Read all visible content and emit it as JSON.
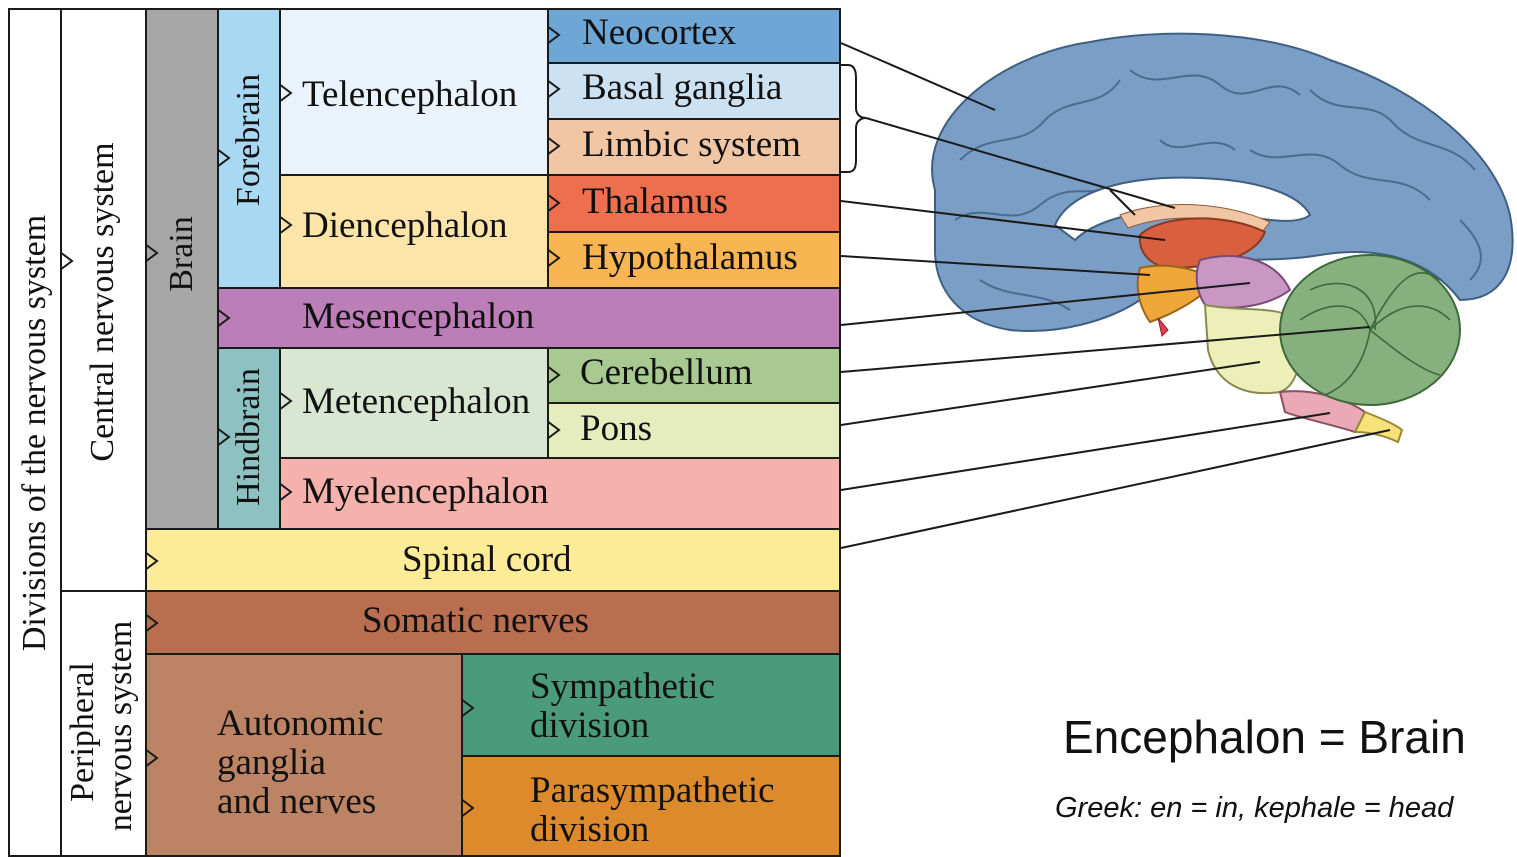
{
  "levels": {
    "divisions": "Divisions of the nervous system",
    "cns": "Central nervous system",
    "pns_line1": "Peripheral",
    "pns_line2": "nervous system",
    "brain": "Brain",
    "forebrain": "Forebrain",
    "hindbrain": "Hindbrain"
  },
  "regions": {
    "telencephalon": "Telencephalon",
    "diencephalon": "Diencephalon",
    "mesencephalon": "Mesencephalon",
    "metencephalon": "Metencephalon",
    "myelencephalon": "Myelencephalon",
    "spinal_cord": "Spinal cord",
    "somatic_nerves": "Somatic nerves",
    "autonomic_1": "Autonomic",
    "autonomic_2": "ganglia",
    "autonomic_3": "and nerves"
  },
  "structures": {
    "neocortex": "Neocortex",
    "basal_ganglia": "Basal ganglia",
    "limbic_system": "Limbic system",
    "thalamus": "Thalamus",
    "hypothalamus": "Hypothalamus",
    "cerebellum": "Cerebellum",
    "pons": "Pons",
    "sympathetic_1": "Sympathetic",
    "sympathetic_2": "division",
    "parasympathetic_1": "Parasympathetic",
    "parasympathetic_2": "division"
  },
  "caption": {
    "title": "Encephalon = Brain",
    "etymology": "Greek: en = in, kephale = head"
  },
  "colors": {
    "divisions": "#ffffff",
    "cns": "#ffffff",
    "brain": "#a6a6a6",
    "forebrain": "#a9d8f2",
    "hindbrain": "#8ec2c2",
    "telencephalon": "#eaf3fb",
    "diencephalon": "#fde4a8",
    "neocortex": "#6ea6d5",
    "basal_ganglia": "#cce1f2",
    "limbic_system": "#f1c6a4",
    "thalamus": "#ee6f4d",
    "hypothalamus": "#f8b552",
    "mesencephalon": "#bb7eb8",
    "metencephalon": "#d8e6d2",
    "cerebellum": "#a8c98f",
    "pons": "#e5ecbd",
    "myelencephalon": "#f5b1ab",
    "spinal_cord": "#fceb97",
    "somatic_nerves": "#b86e4f",
    "autonomic": "#bc8465",
    "sympathetic": "#4a9b7c",
    "parasympathetic": "#dc8a2c",
    "brain_cortex": "#7a9ec6",
    "brain_cerebellum": "#86b07e"
  },
  "illustration": {
    "name": "brain-sagittal-illustration"
  }
}
